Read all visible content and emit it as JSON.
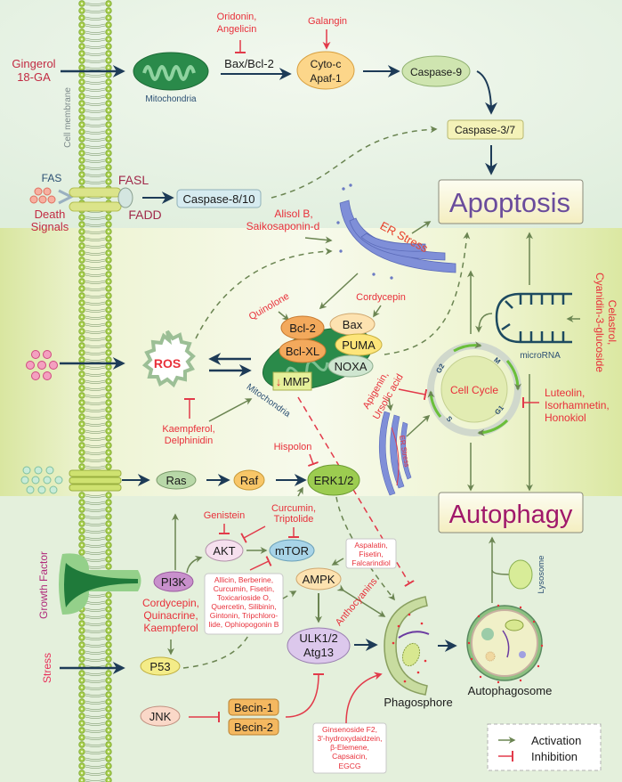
{
  "drugs": {
    "gingerol": [
      "Gingerol",
      "18-GA"
    ],
    "oridonin": [
      "Oridonin,",
      "Angelicin"
    ],
    "galangin": "Galangin",
    "alisol": [
      "Alisol B,",
      "Saikosaponin-d"
    ],
    "quinolone": "Quinolone",
    "cordycepin_er": "Cordycepin",
    "kaempferol_ros": [
      "Kaempferol,",
      "Delphinidin"
    ],
    "apigenin": [
      "Apigenin,",
      "Ursolic acid"
    ],
    "celastrol": [
      "Celastrol,",
      "Cyanidin-3-glucoside"
    ],
    "luteolin": [
      "Luteolin,",
      "Isorhamnetin,",
      "Honokiol"
    ],
    "hispolon": "Hispolon",
    "genistein": "Genistein",
    "curcumin": [
      "Curcumin,",
      "Triptolide"
    ],
    "cordycepin_pi3k": [
      "Cordycepin,",
      "Quinacrine,",
      "Kaempferol"
    ],
    "allicin": [
      "Allicin, Berberine,",
      "Curcumin, Fisetin,",
      "Toxicarioside O,",
      "Quercetin, Silibinin,",
      "Gintonin, Tripchloro-",
      "lide, Ophiopogonin B"
    ],
    "aspalatin": [
      "Aspalatin,",
      "Fisetin,",
      "Falcarindiol"
    ],
    "anthocyanins": "Anthocyanins",
    "ginsenoside": [
      "Ginsenoside F2,",
      "3'-hydroxydaidzein,",
      "β-Elemene,",
      "Capsaicin,",
      "EGCG"
    ]
  },
  "labels": {
    "cell_membrane": "Cell membrane",
    "mitochondria_top": "Mitochondria",
    "bax_bcl2": "Bax/Bcl-2",
    "cytoc": [
      "Cyto-c",
      "Apaf-1"
    ],
    "caspase9": "Caspase-9",
    "caspase37": "Caspase-3/7",
    "apoptosis": "Apoptosis",
    "fas": "FAS",
    "death_signals": [
      "Death",
      "Signals"
    ],
    "fasl": "FASL",
    "fadd": "FADD",
    "caspase810": "Caspase-8/10",
    "er_stress": "ER Stress",
    "ros": "ROS",
    "bcl2": "Bcl-2",
    "bclxl": "Bcl-XL",
    "bax": "Bax",
    "puma": "PUMA",
    "noxa": "NOXA",
    "mmp_arrow": "↓",
    "mmp": "MMP",
    "mito_mid": "Mitochondria",
    "er_stress_small": "ER Stress",
    "cell_cycle": "Cell Cycle",
    "phases": {
      "g2": "G2",
      "m": "M",
      "g1": "G1",
      "s": "S"
    },
    "microrna": "microRNA",
    "autophagy": "Autophagy",
    "ras": "Ras",
    "raf": "Raf",
    "erk": "ERK1/2",
    "growth_factor": "Growth Factor",
    "pi3k": "PI3K",
    "akt": "AKT",
    "mtor": "mTOR",
    "ampk": "AMPK",
    "ulk": [
      "ULK1/2",
      "Atg13"
    ],
    "stress": "Stress",
    "p53": "P53",
    "jnk": "JNK",
    "becin1": "Becin-1",
    "becin2": "Becin-2",
    "phagosphore": "Phagosphore",
    "autophagosome": "Autophagosome",
    "lysosome": "Lysosome"
  },
  "legend": {
    "activation": "Activation",
    "inhibition": "Inhibition"
  },
  "colors": {
    "activation": "#6b8552",
    "inhibition": "#e23a4a",
    "navy": "#1d3b57",
    "apoptosis": "#6a4c9c",
    "autophagy": "#a0186a"
  }
}
